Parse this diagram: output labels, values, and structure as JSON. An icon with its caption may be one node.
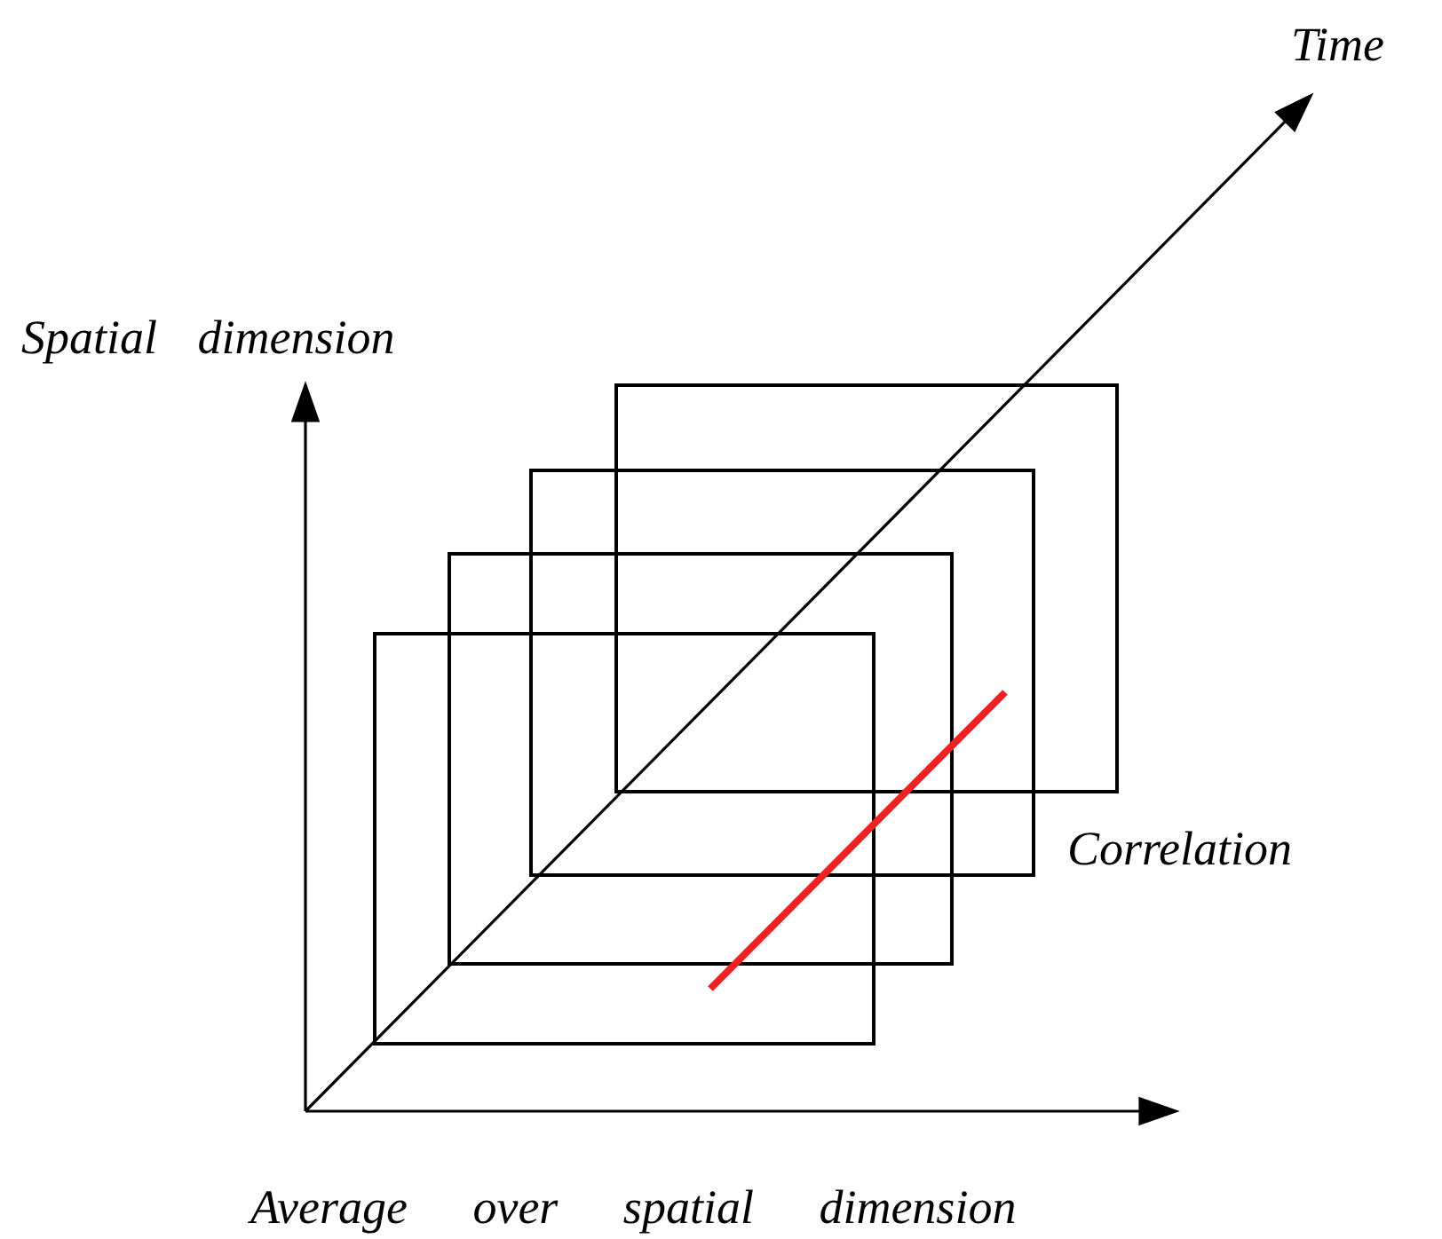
{
  "diagram": {
    "labels": [
      "Time",
      "Spatial dimension",
      "Correlation",
      "Average over spatial dimension"
    ]
  }
}
